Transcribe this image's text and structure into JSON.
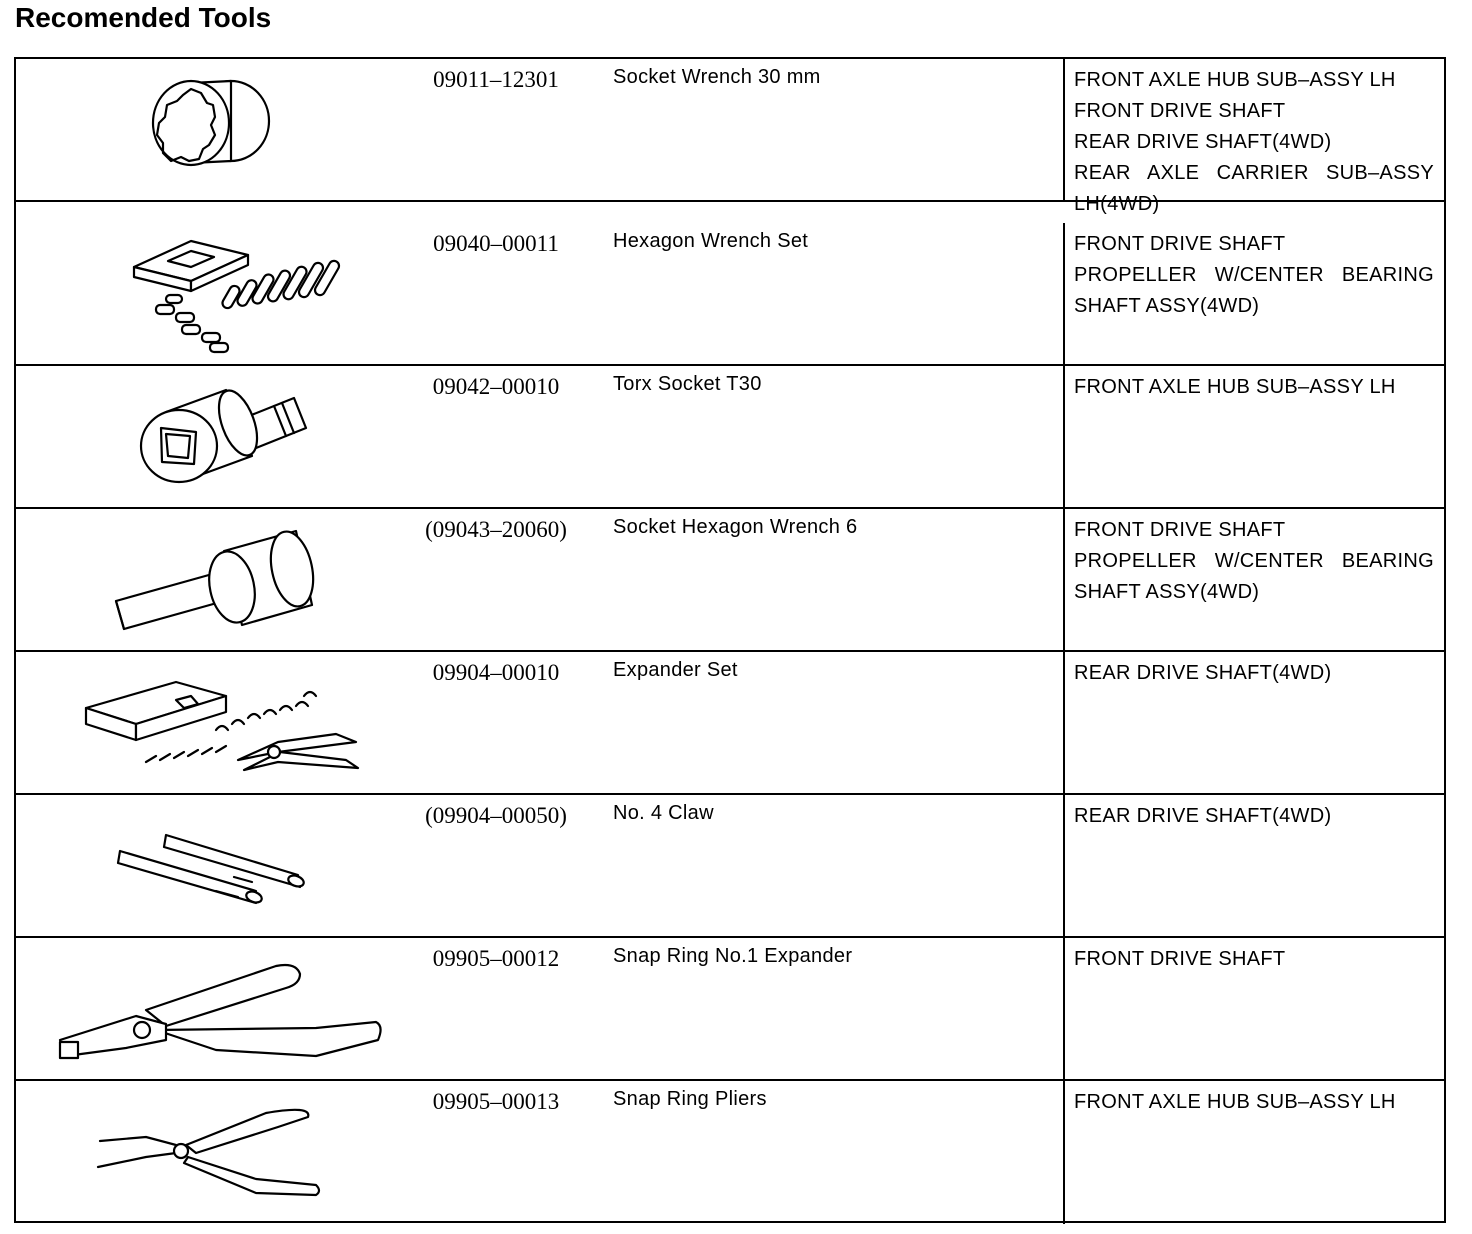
{
  "title": "Recomended Tools",
  "tools": [
    {
      "part_number": "09011–12301",
      "name": "Socket Wrench 30 mm",
      "usage": [
        "FRONT AXLE HUB SUB–ASSY LH",
        "FRONT DRIVE SHAFT",
        "REAR DRIVE SHAFT(4WD)",
        "REAR AXLE CARRIER SUB–ASSY",
        "LH(4WD)"
      ],
      "icon": "socket-wrench-icon"
    },
    {
      "part_number": "09040–00011",
      "name": "Hexagon Wrench Set",
      "usage": [
        "FRONT DRIVE SHAFT",
        "PROPELLER W/CENTER BEARING",
        "SHAFT ASSY(4WD)"
      ],
      "icon": "hexagon-wrench-set-icon"
    },
    {
      "part_number": "09042–00010",
      "name": "Torx Socket T30",
      "usage": [
        "FRONT AXLE HUB SUB–ASSY LH"
      ],
      "icon": "torx-socket-icon"
    },
    {
      "part_number": "(09043–20060)",
      "name": "Socket Hexagon Wrench 6",
      "usage": [
        "FRONT DRIVE SHAFT",
        "PROPELLER W/CENTER BEARING",
        "SHAFT ASSY(4WD)"
      ],
      "icon": "socket-hexagon-wrench-icon"
    },
    {
      "part_number": "09904–00010",
      "name": "Expander Set",
      "usage": [
        "REAR DRIVE SHAFT(4WD)"
      ],
      "icon": "expander-set-icon"
    },
    {
      "part_number": "(09904–00050)",
      "name": "No. 4 Claw",
      "usage": [
        "REAR DRIVE SHAFT(4WD)"
      ],
      "icon": "claw-icon"
    },
    {
      "part_number": "09905–00012",
      "name": "Snap Ring No.1 Expander",
      "usage": [
        "FRONT DRIVE SHAFT"
      ],
      "icon": "snap-ring-expander-icon"
    },
    {
      "part_number": "09905–00013",
      "name": "Snap Ring Pliers",
      "usage": [
        "FRONT AXLE HUB SUB–ASSY LH"
      ],
      "icon": "snap-ring-pliers-icon"
    }
  ]
}
